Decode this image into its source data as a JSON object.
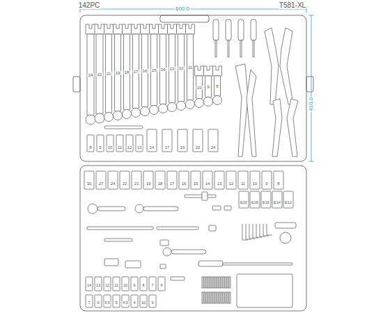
{
  "diagram": {
    "labels": [
      "142PC",
      "600.0",
      "T581-XL",
      "410.0",
      "24",
      "22",
      "21",
      "19",
      "18",
      "17",
      "16",
      "15",
      "14",
      "13",
      "12",
      "11",
      "10",
      "9",
      "8",
      "8",
      "9",
      "10",
      "11",
      "12",
      "13",
      "14",
      "17",
      "19",
      "22",
      "24",
      "30",
      "27",
      "24",
      "22",
      "21",
      "19",
      "18",
      "17",
      "16",
      "15",
      "14",
      "13",
      "12",
      "11",
      "10",
      "9",
      "8",
      "E20",
      "E18",
      "E16",
      "E14",
      "E12",
      "14",
      "13",
      "12",
      "11",
      "10",
      "9",
      "8",
      "7",
      "6",
      "7",
      "6",
      "5.5",
      "5",
      "4.5",
      "4",
      "10",
      "9"
    ]
  }
}
